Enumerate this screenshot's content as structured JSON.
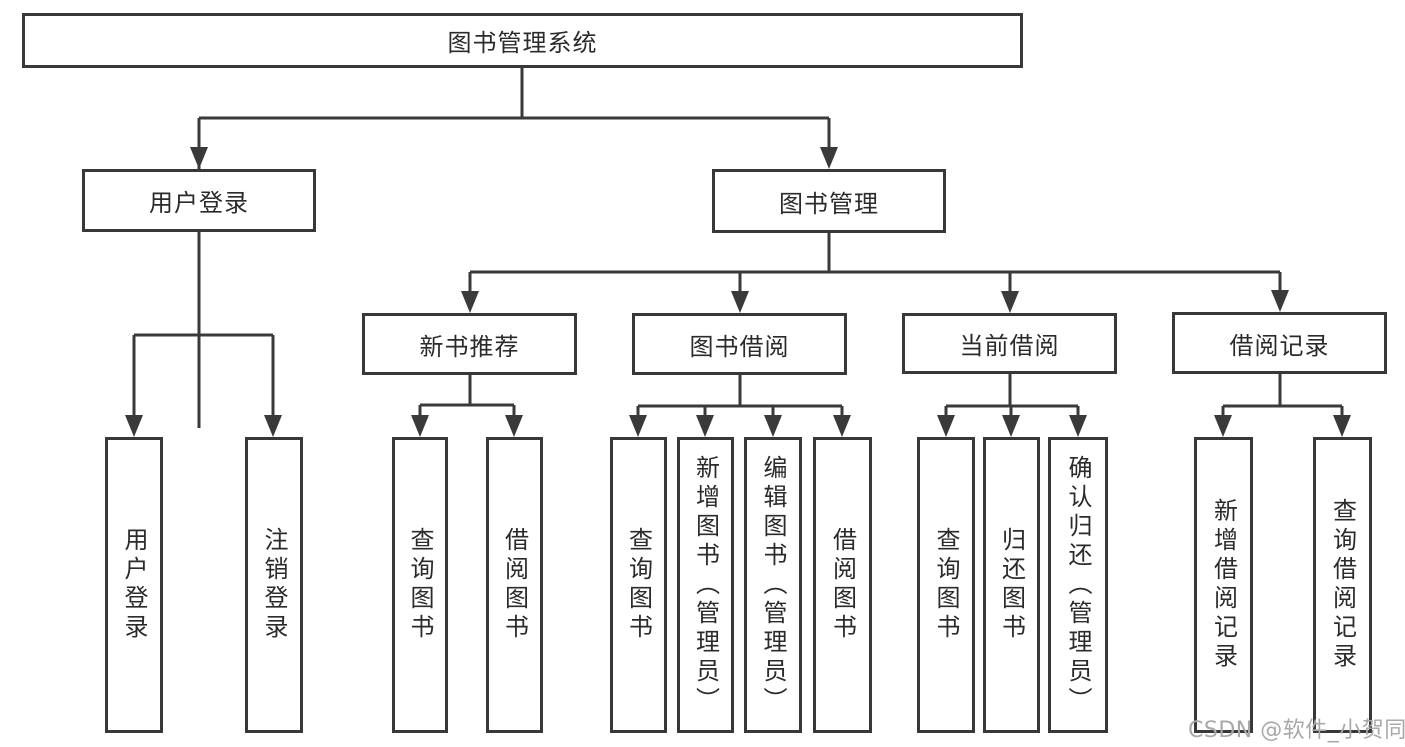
{
  "root_label": "图书管理系统",
  "level2": {
    "login": "用户登录",
    "mgmt": "图书管理"
  },
  "level3": {
    "new_books": "新书推荐",
    "borrow": "图书借阅",
    "current": "当前借阅",
    "records": "借阅记录"
  },
  "leaves": {
    "login": [
      "用户登录",
      "注销登录"
    ],
    "new_books": [
      "查询图书",
      "借阅图书"
    ],
    "borrow": [
      "查询图书",
      "新增图书（管理员）",
      "编辑图书（管理员）",
      "借阅图书"
    ],
    "current": [
      "查询图书",
      "归还图书",
      "确认归还（管理员）"
    ],
    "records": [
      "新增借阅记录",
      "查询借阅记录"
    ]
  },
  "watermark": "CSDN @软件_小贺同学",
  "colors": {
    "line": "#3a3a3a",
    "box_border": "#383838",
    "box_fill": "#ffffff",
    "text": "#2b2b2b",
    "watermark_text": "#a9a9a9"
  }
}
